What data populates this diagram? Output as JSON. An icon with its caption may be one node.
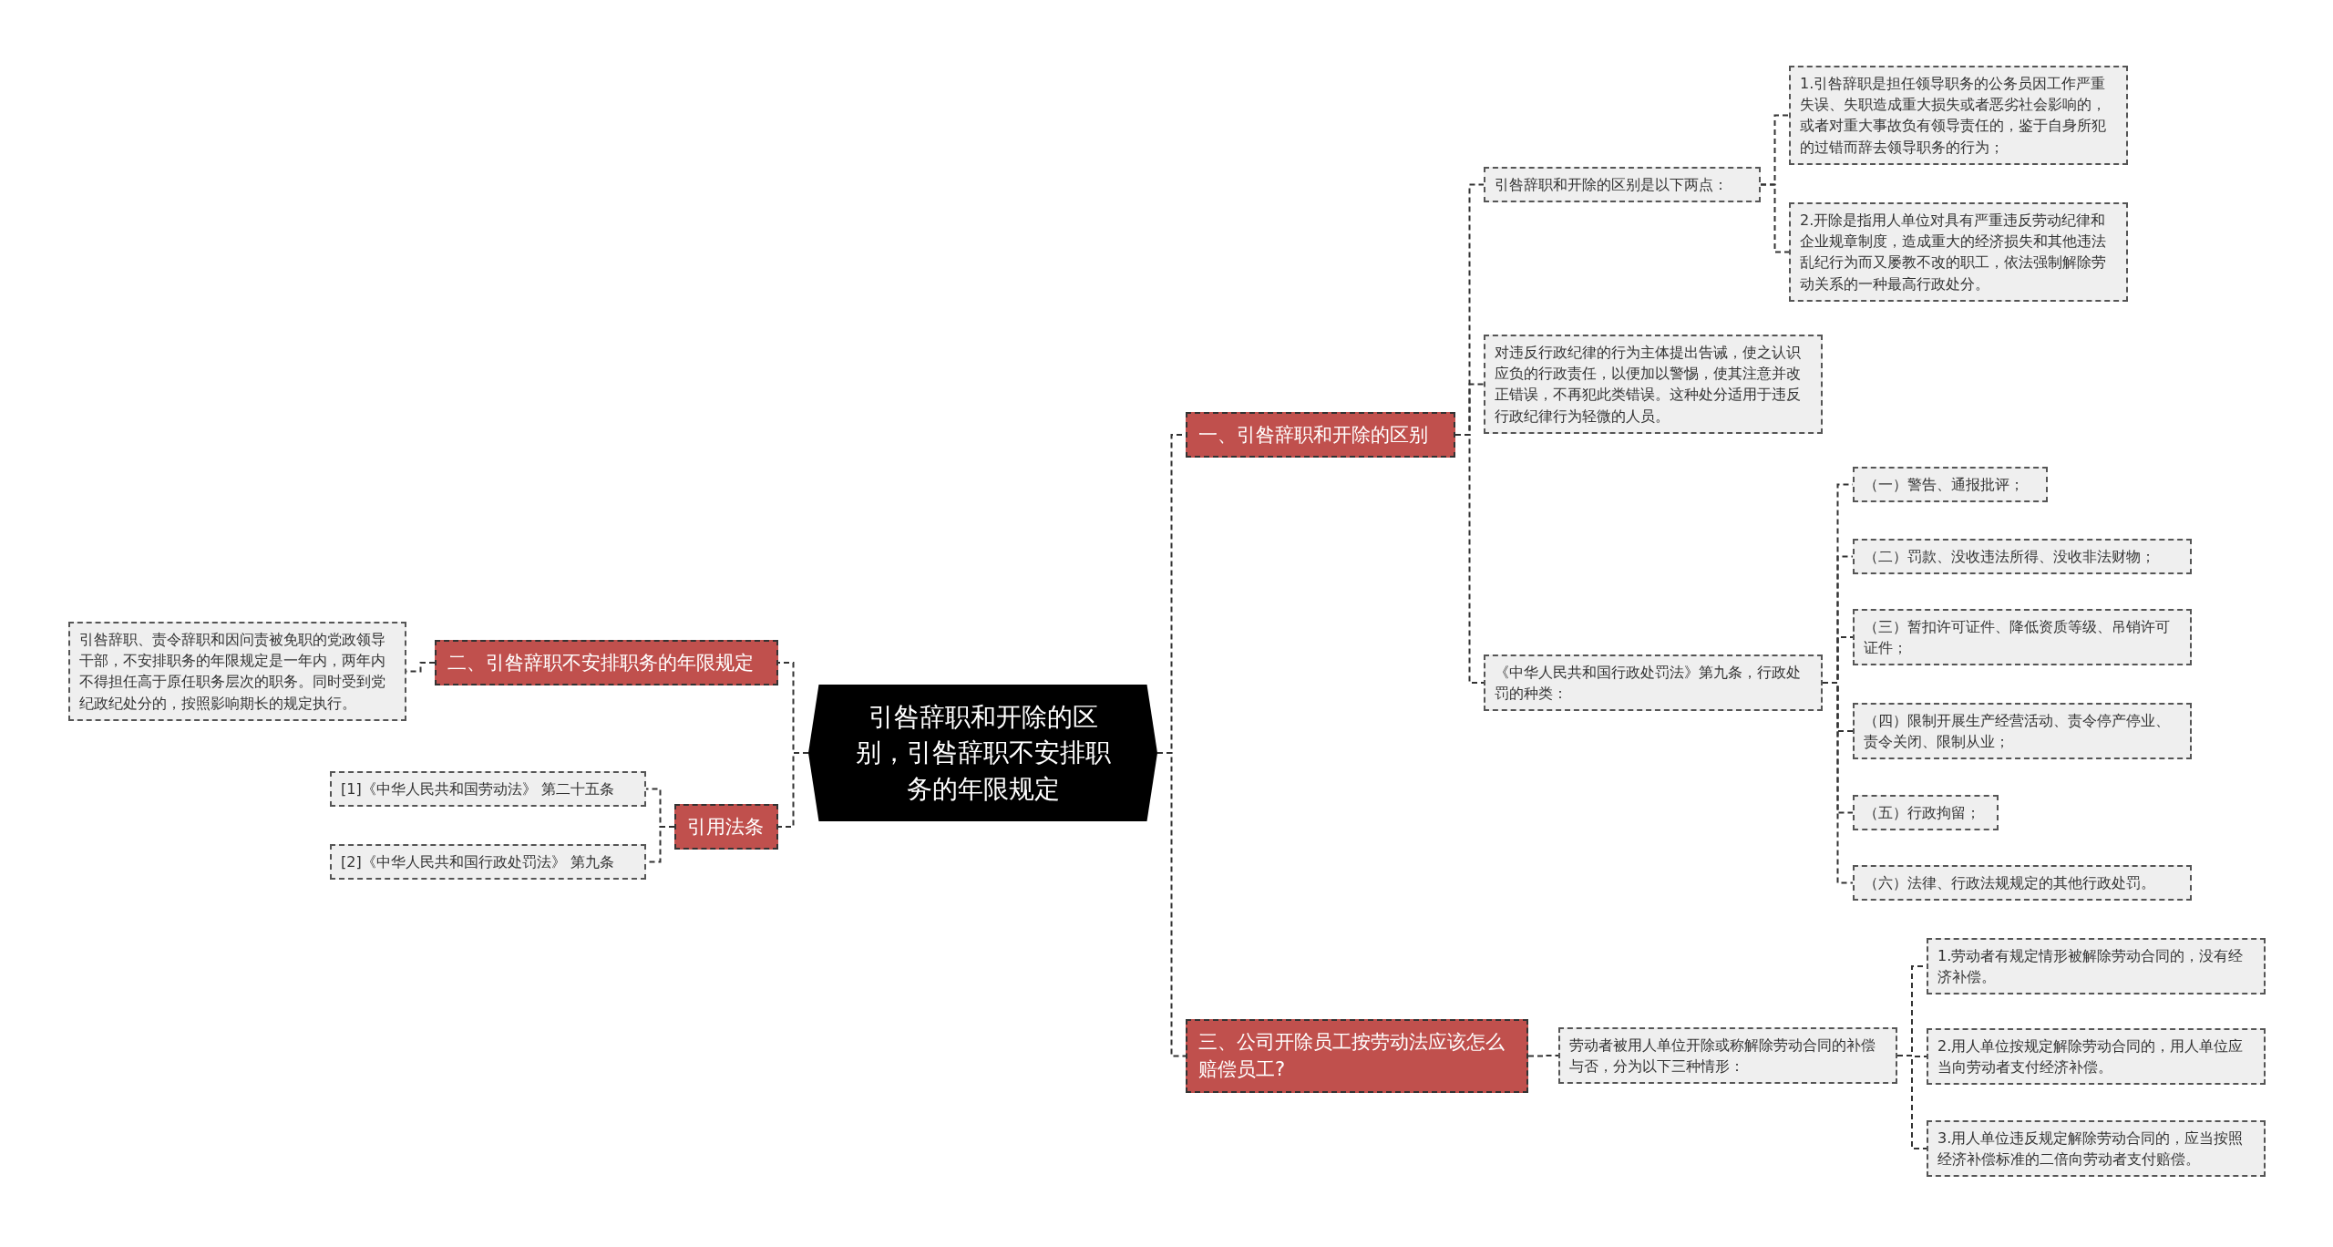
{
  "diagram": {
    "nodes": [
      {
        "text": [
          "引咎辞职和开除的区别，引咎辞职不安排职务的年限规定"
        ]
      },
      {
        "text": [
          "一、引咎辞职和开除的区别"
        ]
      },
      {
        "text": [
          "引咎辞职和开除的区别是以下两点："
        ]
      },
      {
        "text": [
          "1.引咎辞职是担任领导职务的公务员因工作严重失误、失职造成重大损失或者恶劣社会影响的，或者对重大事故负有领导责任的，鉴于自身所犯的过错而辞去领导职务的行为；"
        ]
      },
      {
        "text": [
          "2.开除是指用人单位对具有严重违反劳动纪律和企业规章制度，造成重大的经济损失和其他违法乱纪行为而又屡教不改的职工，依法强制解除劳动关系的一种最高行政处分。"
        ]
      },
      {
        "text": [
          "对违反行政纪律的行为主体提出告诫，使之认识应负的行政责任，以便加以警惕，使其注意并改正错误，不再犯此类错误。这种处分适用于违反行政纪律行为轻微的人员。"
        ]
      },
      {
        "text": [
          "《中华人民共和国行政处罚法》第九条，行政处罚的种类："
        ]
      },
      {
        "text": [
          "（一）警告、通报批评；"
        ]
      },
      {
        "text": [
          "（二）罚款、没收违法所得、没收非法财物；"
        ]
      },
      {
        "text": [
          "（三）暂扣许可证件、降低资质等级、吊销许可证件；"
        ]
      },
      {
        "text": [
          "（四）限制开展生产经营活动、责令停产停业、责令关闭、限制从业；"
        ]
      },
      {
        "text": [
          "（五）行政拘留；"
        ]
      },
      {
        "text": [
          "（六）法律、行政法规规定的其他行政处罚。"
        ]
      },
      {
        "text": [
          "三、公司开除员工按劳动法应该怎么赔偿员工?"
        ]
      },
      {
        "text": [
          "劳动者被用人单位开除或称解除劳动合同的补偿与否，分为以下三种情形："
        ]
      },
      {
        "text": [
          "1.劳动者有规定情形被解除劳动合同的，没有经济补偿。"
        ]
      },
      {
        "text": [
          "2.用人单位按规定解除劳动合同的，用人单位应当向劳动者支付经济补偿。"
        ]
      },
      {
        "text": [
          "3.用人单位违反规定解除劳动合同的，应当按照经济补偿标准的二倍向劳动者支付赔偿。"
        ]
      },
      {
        "text": [
          "二、引咎辞职不安排职务的年限规定"
        ]
      },
      {
        "text": [
          "引咎辞职、责令辞职和因问责被免职的党政领导干部，不安排职务的年限规定是一年内，两年内不得担任高于原任职务层次的职务。同时受到党纪政纪处分的，按照影响期长的规定执行。"
        ]
      },
      {
        "text": [
          "引用法条"
        ]
      },
      {
        "text": [
          "[1]《中华人民共和国劳动法》 第二十五条"
        ]
      },
      {
        "text": [
          "[2]《中华人民共和国行政处罚法》 第九条"
        ]
      }
    ],
    "edges": [
      {
        "from": 0,
        "to": 1,
        "arrow": "none"
      },
      {
        "from": 0,
        "to": 13,
        "arrow": "none"
      },
      {
        "from": 0,
        "to": 18,
        "arrow": "none"
      },
      {
        "from": 0,
        "to": 20,
        "arrow": "none"
      },
      {
        "from": 1,
        "to": 2,
        "arrow": "none"
      },
      {
        "from": 1,
        "to": 5,
        "arrow": "none"
      },
      {
        "from": 1,
        "to": 6,
        "arrow": "none"
      },
      {
        "from": 2,
        "to": 3,
        "arrow": "none"
      },
      {
        "from": 2,
        "to": 4,
        "arrow": "none"
      },
      {
        "from": 6,
        "to": 7,
        "arrow": "none"
      },
      {
        "from": 6,
        "to": 8,
        "arrow": "none"
      },
      {
        "from": 6,
        "to": 9,
        "arrow": "none"
      },
      {
        "from": 6,
        "to": 10,
        "arrow": "none"
      },
      {
        "from": 6,
        "to": 11,
        "arrow": "none"
      },
      {
        "from": 6,
        "to": 12,
        "arrow": "none"
      },
      {
        "from": 13,
        "to": 14,
        "arrow": "none"
      },
      {
        "from": 14,
        "to": 15,
        "arrow": "none"
      },
      {
        "from": 14,
        "to": 16,
        "arrow": "none"
      },
      {
        "from": 14,
        "to": 17,
        "arrow": "none"
      },
      {
        "from": 18,
        "to": 19,
        "arrow": "none"
      },
      {
        "from": 20,
        "to": 21,
        "arrow": "none"
      },
      {
        "from": 20,
        "to": 22,
        "arrow": "none"
      }
    ]
  }
}
